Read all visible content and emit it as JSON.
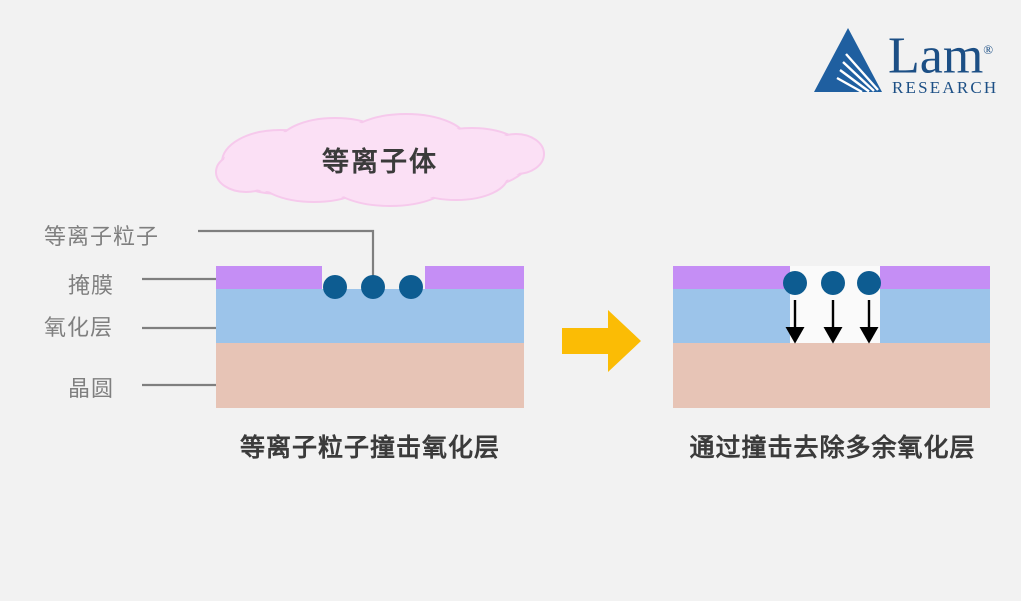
{
  "background_color": "#f2f2f2",
  "logo": {
    "name": "Lam",
    "registered_mark": "®",
    "subtitle": "RESEARCH",
    "color": "#1c4f85"
  },
  "plasma_cloud": {
    "label": "等离子体",
    "fill": "#fbe0f5",
    "stroke": "#f6c9ec"
  },
  "leader_labels": [
    {
      "id": "plasma-particle",
      "label": "等离子粒子"
    },
    {
      "id": "mask",
      "label": "掩膜"
    },
    {
      "id": "oxide",
      "label": "氧化层"
    },
    {
      "id": "wafer",
      "label": "晶圆"
    }
  ],
  "layer_colors": {
    "mask": "#c58ef5",
    "oxide": "#9cc4ea",
    "wafer": "#e7c4b6",
    "trench": "#fafafa",
    "particle": "#0d5c91",
    "leader_line": "#7f7f7f",
    "leader_dot": "#7b7b7b",
    "arrow": "#000000"
  },
  "process_arrow": {
    "name": "process-arrow",
    "color": "#fbbc05"
  },
  "panels": [
    {
      "id": "before",
      "caption": "等离子粒子撞击氧化层",
      "particle_count": 3,
      "has_arrows": false
    },
    {
      "id": "after",
      "caption": "通过撞击去除多余氧化层",
      "particle_count": 3,
      "has_arrows": true
    }
  ]
}
